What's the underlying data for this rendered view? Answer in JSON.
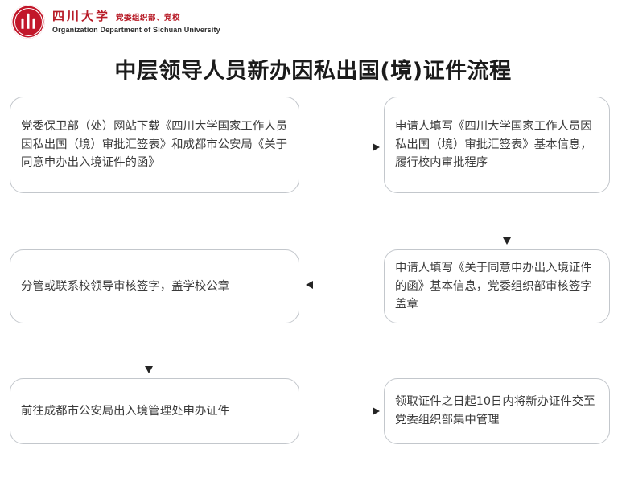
{
  "header": {
    "org_cn_name": "四川大学",
    "org_cn_dept": "党委组织部、党校",
    "org_en": "Organization Department of Sichuan University",
    "seal_icon": "sichuan-university-seal-icon",
    "brand_color": "#b81c28"
  },
  "title": "中层领导人员新办因私出国(境)证件流程",
  "flow": {
    "border_color": "#c3c7cc",
    "arrow_color": "#242424",
    "nodes": [
      {
        "id": "node-1",
        "step": 1,
        "text": "党委保卫部（处）网站下载《四川大学国家工作人员因私出国（境）审批汇签表》和成都市公安局《关于同意申办出入境证件的函》"
      },
      {
        "id": "node-2",
        "step": 2,
        "text": "申请人填写《四川大学国家工作人员因私出国（境）审批汇签表》基本信息，履行校内审批程序"
      },
      {
        "id": "node-3",
        "step": 3,
        "text": "申请人填写《关于同意申办出入境证件的函》基本信息，党委组织部审核签字盖章"
      },
      {
        "id": "node-4",
        "step": 4,
        "text": "分管或联系校领导审核签字，盖学校公章"
      },
      {
        "id": "node-5",
        "step": 5,
        "text": "前往成都市公安局出入境管理处申办证件"
      },
      {
        "id": "node-6",
        "step": 6,
        "text": "领取证件之日起10日内将新办证件交至党委组织部集中管理"
      }
    ],
    "arrows": [
      {
        "id": "arrow-1-2",
        "from": "node-1",
        "to": "node-2",
        "direction": "right"
      },
      {
        "id": "arrow-2-3",
        "from": "node-2",
        "to": "node-3",
        "direction": "down"
      },
      {
        "id": "arrow-3-4",
        "from": "node-3",
        "to": "node-4",
        "direction": "left"
      },
      {
        "id": "arrow-4-5",
        "from": "node-4",
        "to": "node-5",
        "direction": "down"
      },
      {
        "id": "arrow-5-6",
        "from": "node-5",
        "to": "node-6",
        "direction": "right"
      }
    ]
  }
}
